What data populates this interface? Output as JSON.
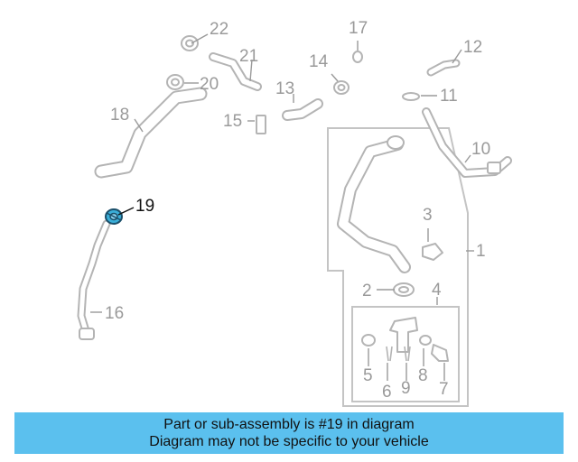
{
  "diagram": {
    "highlight_part": "19",
    "highlight_color": "#3aaed8",
    "callouts": {
      "c1": "1",
      "c2": "2",
      "c3": "3",
      "c4": "4",
      "c5": "5",
      "c6": "6",
      "c7": "7",
      "c8": "8",
      "c9": "9",
      "c10": "10",
      "c11": "11",
      "c12": "12",
      "c13": "13",
      "c14": "14",
      "c15": "15",
      "c16": "16",
      "c17": "17",
      "c18": "18",
      "c19": "19",
      "c20": "20",
      "c21": "21",
      "c22": "22"
    }
  },
  "banner": {
    "line1": "Part or sub-assembly is #19 in diagram",
    "line2": "Diagram may not be specific to your vehicle",
    "background": "#5bc0ee"
  }
}
